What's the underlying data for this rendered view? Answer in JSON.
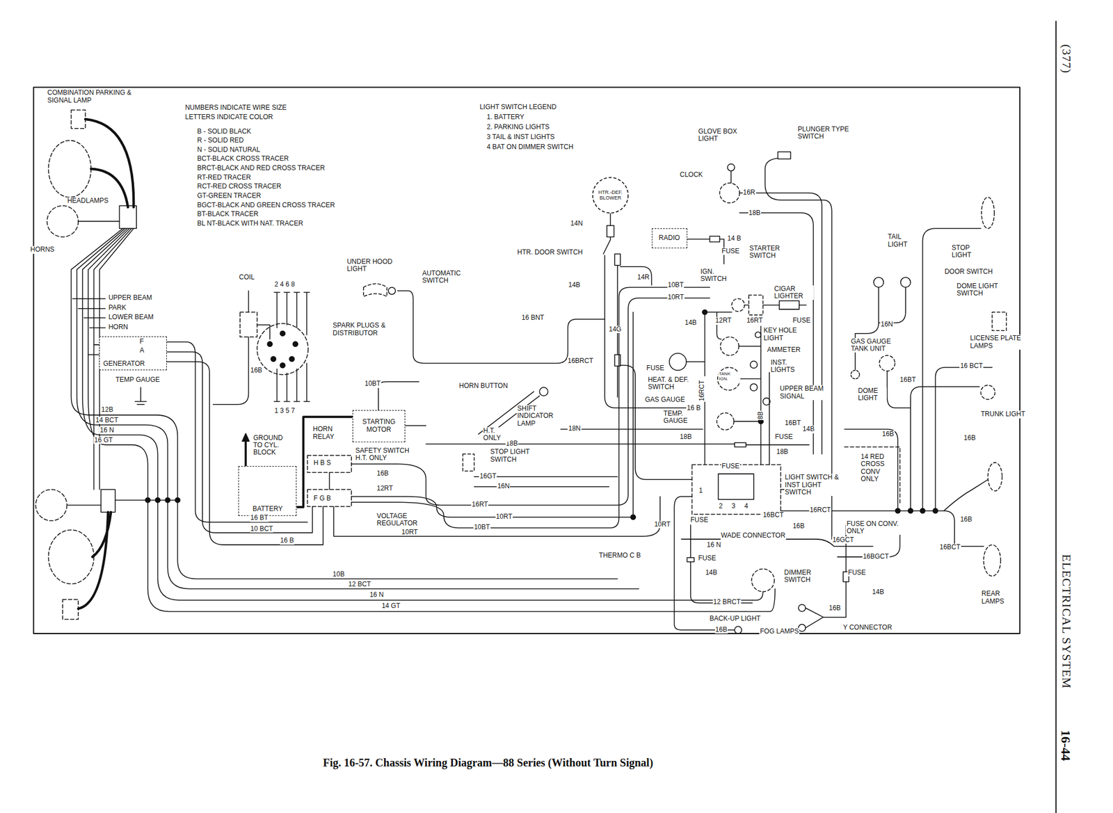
{
  "diagram": {
    "caption": "Fig. 16-57. Chassis Wiring Diagram—88 Series (Without Turn Signal)",
    "nodes": [
      {
        "text": [
          "HTR.-DEF. BLOWER"
        ]
      },
      {
        "text": [
          "RADIO"
        ]
      },
      {
        "text": [
          "GENERATOR"
        ]
      },
      {
        "text": [
          "STARTING MOTOR"
        ]
      },
      {
        "text": [
          "BATTERY"
        ]
      }
    ],
    "edges": [
      {
        "from": 4,
        "to": 3,
        "arrow": "none"
      }
    ],
    "labels": [
      "NUMBERS INDICATE WIRE SIZE",
      "LETTERS INDICATE COLOR",
      "B - SOLID BLACK",
      "R - SOLID RED",
      "N - SOLID NATURAL",
      "BCT-BLACK CROSS TRACER",
      "BRCT-BLACK AND RED CROSS TRACER",
      "RT-RED TRACER",
      "RCT-RED CROSS TRACER",
      "GT-GREEN TRACER",
      "BGCT-BLACK AND GREEN CROSS TRACER",
      "BT-BLACK TRACER",
      "BL NT-BLACK WITH NAT. TRACER",
      "LIGHT SWITCH LEGEND",
      "1. BATTERY",
      "2. PARKING LIGHTS",
      "3 TAIL & INST LIGHTS",
      "4 BAT ON DIMMER SWITCH",
      "COMBINATION PARKING & SIGNAL LAMP",
      "HEADLAMPS",
      "HORNS",
      "UPPER BEAM",
      "PARK",
      "LOWER BEAM",
      "HORN",
      "F",
      "A",
      "TEMP GAUGE",
      "12B",
      "14 BCT",
      "16 N",
      "16 GT",
      "COIL",
      "2 4 6 8",
      "SPARK PLUGS & DISTRIBUTOR",
      "16B",
      "1 3 5 7",
      "UNDER HOOD LIGHT",
      "AUTOMATIC SWITCH",
      "14N",
      "HTR. DOOR SWITCH",
      "14B",
      "16 BNT",
      "14G",
      "16BRCT",
      "14R",
      "GLOVE BOX LIGHT",
      "PLUNGER TYPE SWITCH",
      "CLOCK",
      "16R",
      "18B",
      "14 B",
      "FUSE",
      "STARTER SWITCH",
      "IGN. SWITCH",
      "10BT",
      "10RT",
      "CIGAR LIGHTER",
      "14B",
      "12RT",
      "16RT",
      "FUSE",
      "KEY HOLE LIGHT",
      "AMMETER",
      "INST. LIGHTS",
      "FUSE",
      "HEAT. & DEF. SWITCH",
      "16RCT",
      "TANK IGN.",
      "GAS GAUGE",
      "16 B",
      "TEMP. GAUGE",
      "8B",
      "UPPER BEAM SIGNAL",
      "16BT",
      "FUSE",
      "18B",
      "18B",
      "18N",
      "18B",
      "HORN BUTTON",
      "SHIFT INDICATOR LAMP",
      "H.T. ONLY",
      "STOP LIGHT SWITCH",
      "16GT",
      "16N",
      "16RT",
      "10RT",
      "10BT",
      "10BT",
      "HORN RELAY",
      "GROUND TO CYL. BLOCK",
      "SAFETY SWITCH H.T. ONLY",
      "H B S",
      "F G B",
      "16B",
      "12RT",
      "VOLTAGE REGULATOR",
      "16 BT",
      "10 BCT",
      "16 B",
      "10RT",
      "10B",
      "12 BCT",
      "16 N",
      "14 GT",
      "10RT",
      "THERMO C B",
      "FUSE",
      "LIGHT SWITCH & INST LIGHT SWITCH",
      "1",
      "2",
      "3",
      "4",
      "FUSE",
      "16BCT",
      "16B",
      "WADE CONNECTOR",
      "16 N",
      "FUSE",
      "14B",
      "DIMMER SWITCH",
      "12 BRCT",
      "BACK-UP LIGHT",
      "16B",
      "FOG LAMPS",
      "Y CONNECTOR",
      "16B",
      "FUSE",
      "14B",
      "16GCT",
      "16BGCT",
      "FUSE ON CONV. ONLY",
      "16RCT",
      "14 RED CROSS CONV ONLY",
      "14B",
      "16B",
      "TAIL LIGHT",
      "STOP LIGHT",
      "DOOR SWITCH",
      "DOME LIGHT SWITCH",
      "16N",
      "GAS GAUGE TANK UNIT",
      "LICENSE PLATE LAMPS",
      "16 BCT",
      "16BT",
      "DOME LIGHT",
      "TRUNK LIGHT",
      "16B",
      "16B",
      "16BCT",
      "REAR LAMPS",
      "(377)",
      "ELECTRICAL SYSTEM",
      "16-44"
    ]
  }
}
